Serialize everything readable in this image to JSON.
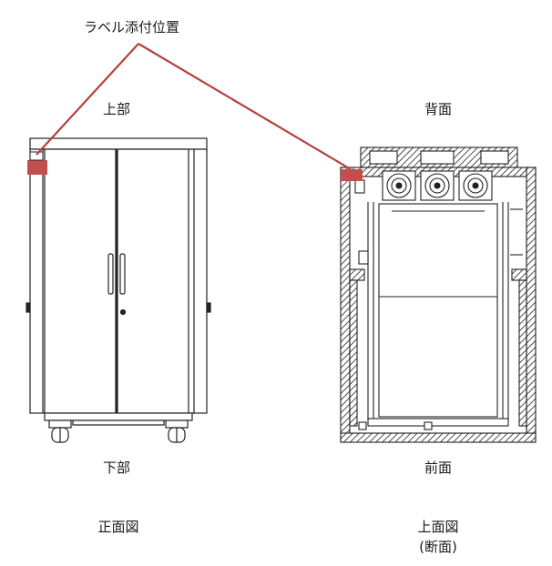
{
  "annotation": {
    "label": "ラベル添付位置",
    "marker_color": "#c0504d",
    "leader_color": "#b5403d"
  },
  "front_view": {
    "caption": "正面図",
    "top_label": "上部",
    "bottom_label": "下部"
  },
  "top_view": {
    "caption_line1": "上面図",
    "caption_line2": "(断面)",
    "back_label": "背面",
    "front_label": "前面"
  }
}
